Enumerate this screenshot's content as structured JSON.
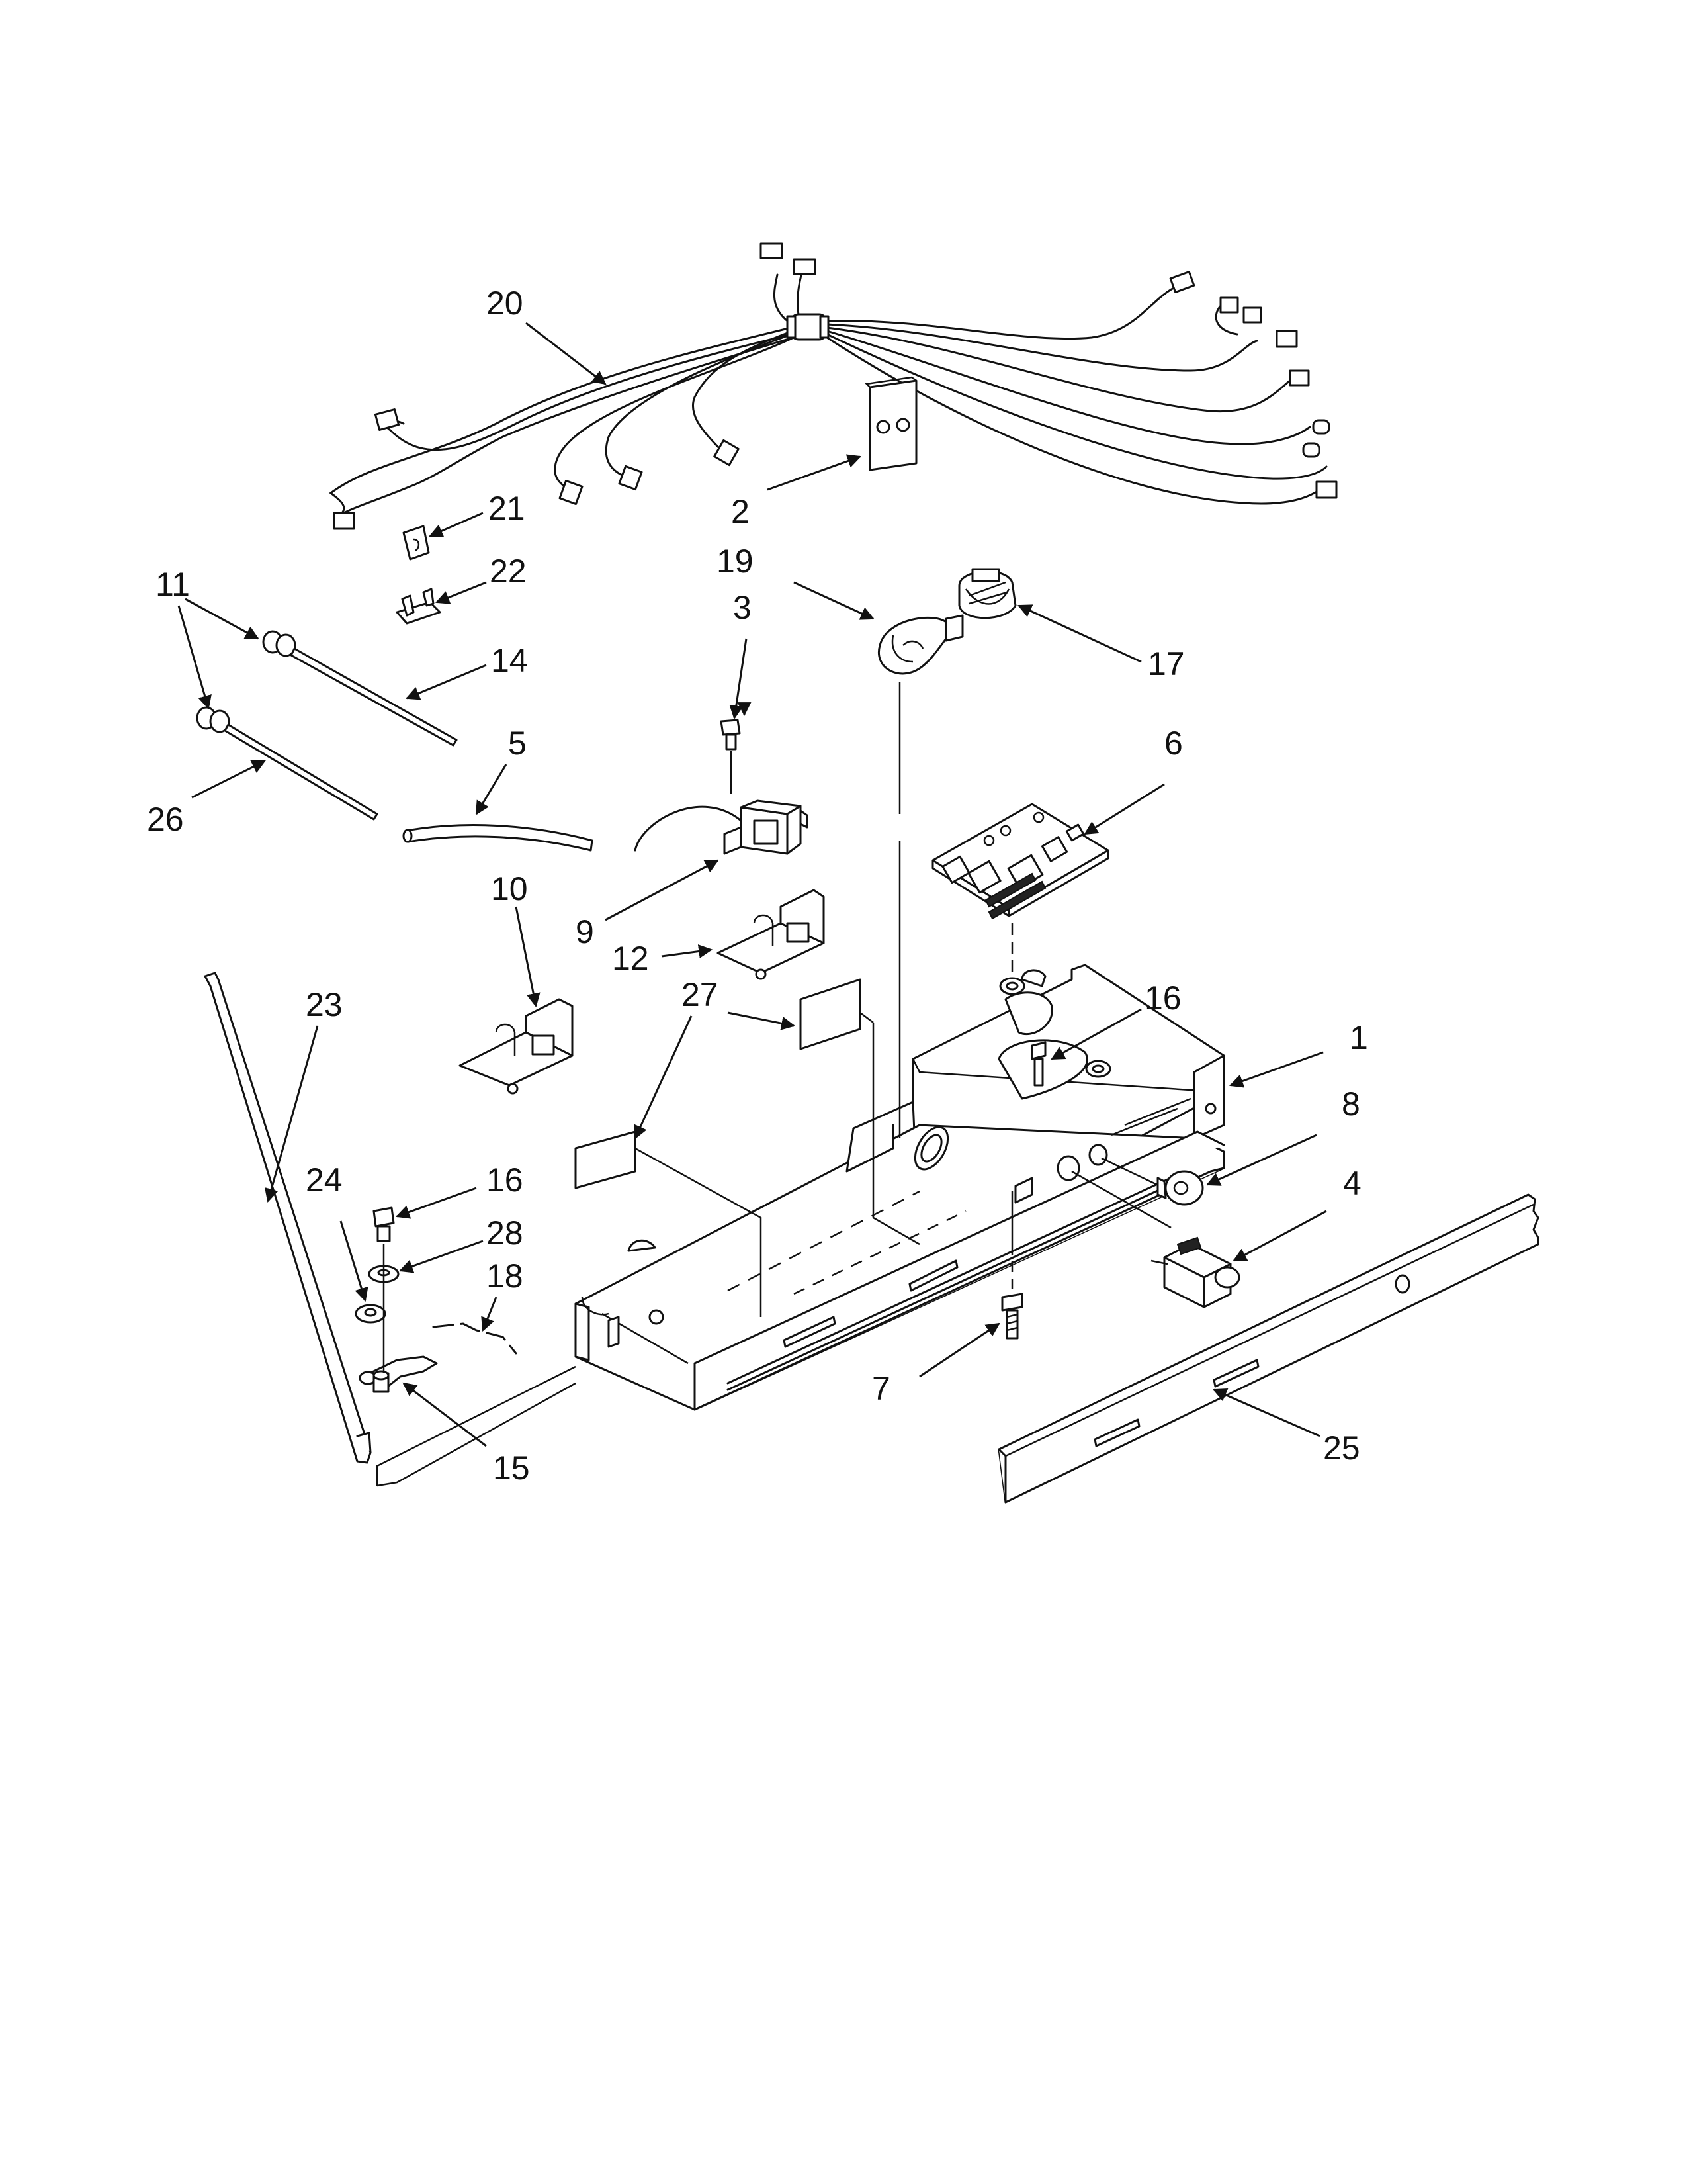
{
  "callouts": {
    "c1": "1",
    "c2": "2",
    "c3": "3",
    "c4": "4",
    "c5": "5",
    "c6": "6",
    "c7": "7",
    "c8": "8",
    "c9": "9",
    "c10": "10",
    "c11": "11",
    "c12": "12",
    "c14": "14",
    "c15": "15",
    "c16a": "16",
    "c16b": "16",
    "c17": "17",
    "c18": "18",
    "c19": "19",
    "c20": "20",
    "c21": "21",
    "c22": "22",
    "c23": "23",
    "c24": "24",
    "c25": "25",
    "c26": "26",
    "c27": "27",
    "c28": "28"
  }
}
